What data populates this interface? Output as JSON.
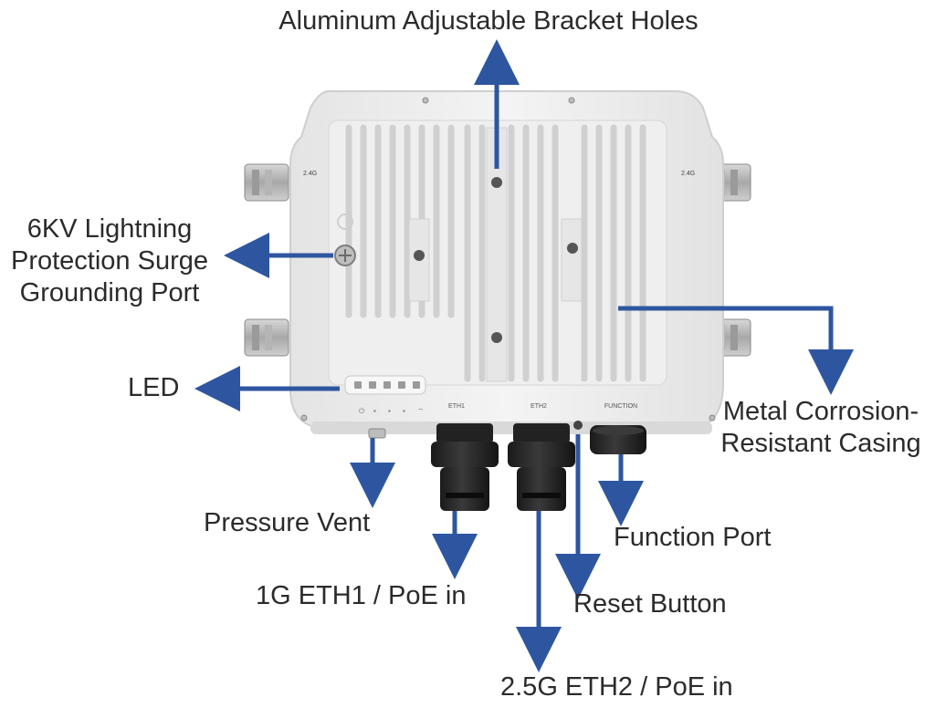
{
  "labels": {
    "bracket_holes": "Aluminum Adjustable Bracket Holes",
    "lightning_port": "6KV Lightning\nProtection Surge\nGrounding Port",
    "led": "LED",
    "casing": "Metal Corrosion-\nResistant Casing",
    "pressure_vent": "Pressure Vent",
    "eth1": "1G ETH1 / PoE in",
    "function_port": "Function Port",
    "reset_button": "Reset Button",
    "eth2": "2.5G ETH2 / PoE in"
  },
  "device": {
    "antenna_left_label": "2.4G",
    "antenna_right_label": "2.4G",
    "port_eth1": "ETH1",
    "port_eth2": "ETH2",
    "port_function": "FUNCTION"
  },
  "colors": {
    "arrow": "#2e56a0",
    "text": "#2b2b2b",
    "casing": "#ececec"
  }
}
